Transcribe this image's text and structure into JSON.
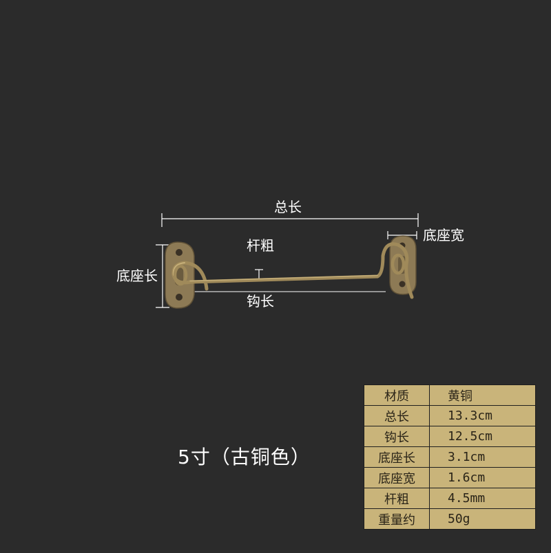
{
  "diagram": {
    "labels": {
      "total_length": "总长",
      "rod_thickness": "杆粗",
      "base_width": "底座宽",
      "base_length": "底座长",
      "hook_length": "钩长"
    }
  },
  "caption": "5寸（古铜色）",
  "spec_table": {
    "rows": [
      {
        "key": "材质",
        "value": "黄铜"
      },
      {
        "key": "总长",
        "value": "13.3cm"
      },
      {
        "key": "钩长",
        "value": "12.5cm"
      },
      {
        "key": "底座长",
        "value": "3.1cm"
      },
      {
        "key": "底座宽",
        "value": "1.6cm"
      },
      {
        "key": "杆粗",
        "value": "4.5mm"
      },
      {
        "key": "重量约",
        "value": "50g"
      }
    ]
  },
  "colors": {
    "background": "#2b2b2b",
    "brass": "#a08a5a",
    "table_fill": "#c9b47a"
  }
}
